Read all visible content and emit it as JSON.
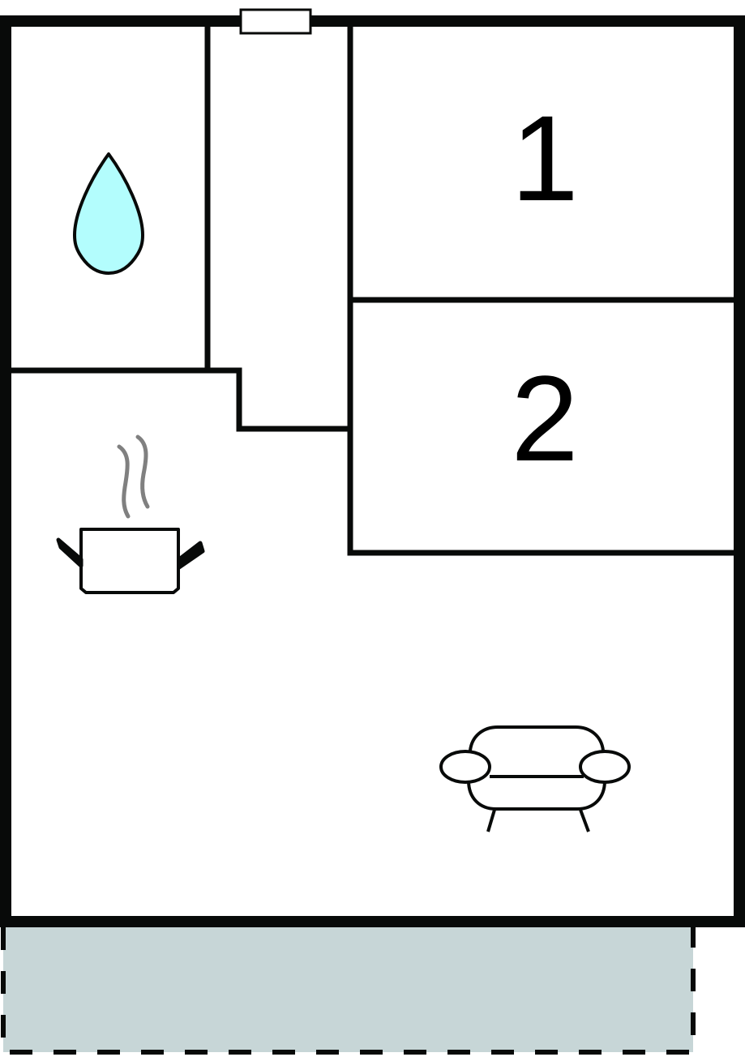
{
  "floorplan": {
    "title": "Apartment floor plan",
    "colors": {
      "wall": "#080a09",
      "background": "#ffffff",
      "terrace_fill": "#c7d6d7",
      "water_drop_fill": "#b3fdfd",
      "steam": "#808080"
    },
    "rooms": [
      {
        "id": "bathroom",
        "icon": "water-drop-icon"
      },
      {
        "id": "hallway"
      },
      {
        "id": "bedroom-1",
        "label": "1"
      },
      {
        "id": "bedroom-2",
        "label": "2"
      },
      {
        "id": "kitchen",
        "icon": "cooking-pot-icon"
      },
      {
        "id": "living-room",
        "icon": "sofa-icon"
      },
      {
        "id": "terrace",
        "style": "dashed-outline"
      }
    ],
    "labels": {
      "room1": "1",
      "room2": "2"
    },
    "features": {
      "window": "window-icon"
    }
  }
}
